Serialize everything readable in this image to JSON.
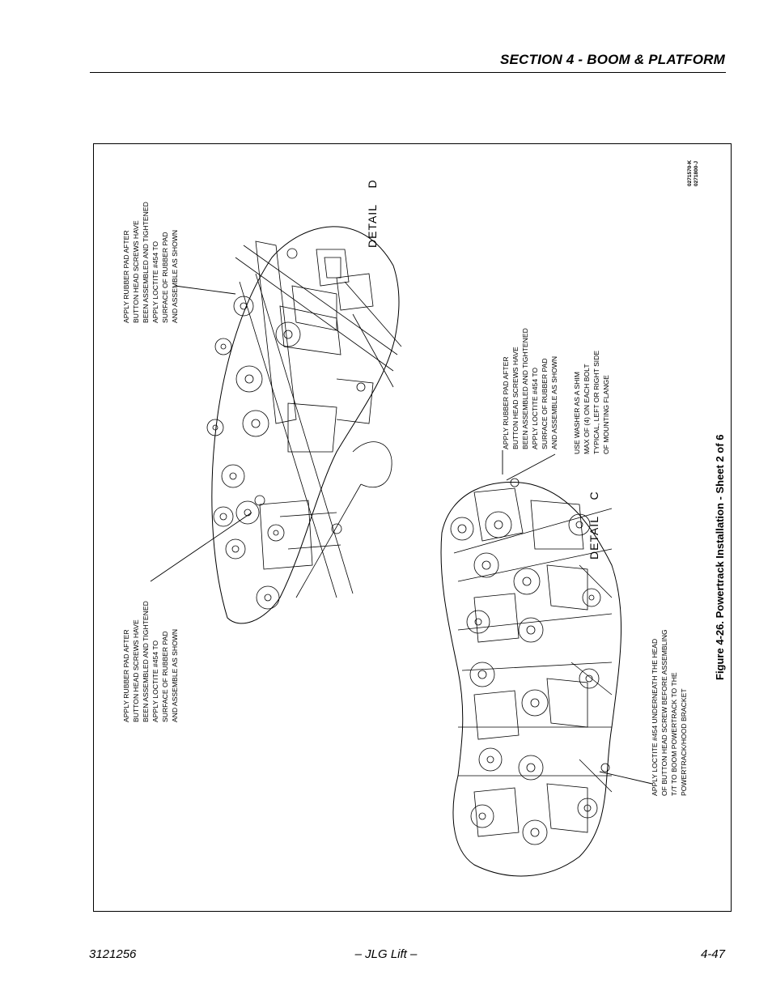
{
  "header": {
    "section_title": "SECTION 4 - BOOM & PLATFORM"
  },
  "figure": {
    "caption": "Figure 4-26.  Powertrack Installation - Sheet 2 of 6",
    "part_numbers": [
      "0271570-K",
      "0271800-J"
    ],
    "detail_d": {
      "word": "DETAIL",
      "letter": "D"
    },
    "detail_c": {
      "word": "DETAIL",
      "letter": "C"
    },
    "notes": {
      "top_left": [
        "APPLY RUBBER PAD AFTER",
        "BUTTON HEAD SCREWS HAVE",
        "BEEN ASSEMBLED AND TIGHTENED",
        "APPLY LOCTITE #454 TO",
        "SURFACE OF RUBBER PAD",
        "AND ASSEMBLE AS SHOWN"
      ],
      "bottom_left": [
        "APPLY RUBBER PAD AFTER",
        "BUTTON HEAD SCREWS HAVE",
        "BEEN ASSEMBLED AND TIGHTENED",
        "APPLY LOCTITE #454 TO",
        "SURFACE OF RUBBER PAD",
        "AND ASSEMBLE AS SHOWN"
      ],
      "middle_right": [
        "APPLY RUBBER PAD AFTER",
        "BUTTON HEAD SCREWS HAVE",
        "BEEN ASSEMBLED AND TIGHTENED",
        "APPLY LOCTITE #454 TO",
        "SURFACE OF RUBBER PAD",
        "AND ASSEMBLE AS SHOWN"
      ],
      "washer": [
        "USE WASHER AS A SHIM",
        "MAX OF (4) ON EACH BOLT",
        "TYPICAL, LEFT OR RIGHT SIDE",
        "OF MOUNTING FLANGE"
      ],
      "loctite_head": [
        "APPLY LOCTITE #454 UNDERNEATH THE HEAD",
        "OF BUTTON HEAD SCREW BEFORE ASSEMBLING",
        "T/T TO BOOM POWERTRACK TO THE",
        "POWERTRACK/HOOD BRACKET"
      ]
    }
  },
  "footer": {
    "doc_number": "3121256",
    "publisher": "– JLG Lift –",
    "page_number": "4-47"
  }
}
